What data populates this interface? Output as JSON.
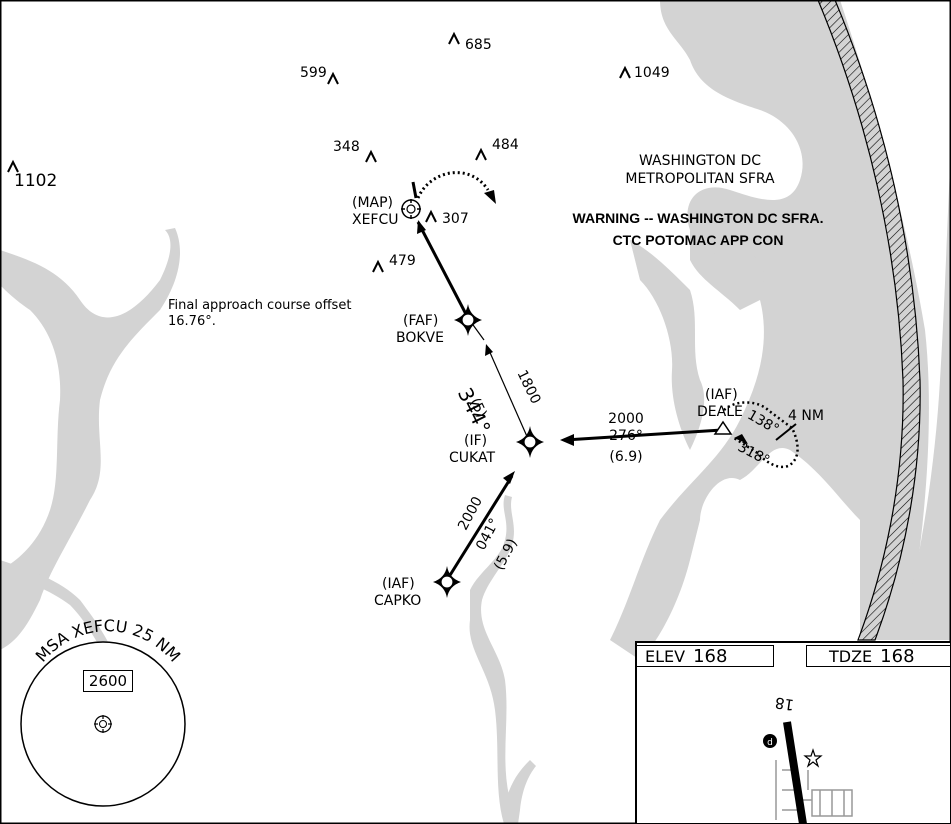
{
  "chart": {
    "colors": {
      "water": "#d3d3d3",
      "ink": "#000000",
      "paper": "#ffffff"
    },
    "obstacles": [
      {
        "id": "685",
        "elevation": "685"
      },
      {
        "id": "599",
        "elevation": "599"
      },
      {
        "id": "1049",
        "elevation": "1049"
      },
      {
        "id": "348",
        "elevation": "348"
      },
      {
        "id": "484",
        "elevation": "484"
      },
      {
        "id": "1102",
        "elevation": "1102"
      },
      {
        "id": "307",
        "elevation": "307"
      },
      {
        "id": "479",
        "elevation": "479"
      }
    ],
    "fixes": {
      "map": {
        "role": "(MAP)",
        "name": "XEFCU"
      },
      "faf": {
        "role": "(FAF)",
        "name": "BOKVE"
      },
      "if": {
        "role": "(IF)",
        "name": "CUKAT"
      },
      "iaf_deale": {
        "role": "(IAF)",
        "name": "DEALE"
      },
      "iaf_capko": {
        "role": "(IAF)",
        "name": "CAPKO"
      }
    },
    "segments": {
      "final": {
        "course": "344°",
        "altitude": "1800",
        "distance": "(5)"
      },
      "deale": {
        "altitude": "2000",
        "course": "276°",
        "distance": "(6.9)"
      },
      "capko": {
        "altitude": "2000",
        "course": "041°",
        "distance": "(5.9)"
      }
    },
    "holding": {
      "inbound": "138°",
      "outbound": "318°",
      "leg": "4 NM"
    },
    "notes": {
      "offset_line1": "Final approach course offset",
      "offset_line2": "16.76°."
    },
    "airspace": {
      "name_line1": "WASHINGTON DC",
      "name_line2": "METROPOLITAN SFRA",
      "warning_line1": "WARNING -- WASHINGTON DC SFRA.",
      "warning_line2": "CTC POTOMAC APP CON"
    },
    "msa": {
      "label": "MSA XEFCU 25 NM",
      "altitude": "2600"
    },
    "airport": {
      "elev_label": "ELEV",
      "elev_value": "168",
      "tdze_label": "TDZE",
      "tdze_value": "168",
      "runway": "18"
    }
  }
}
